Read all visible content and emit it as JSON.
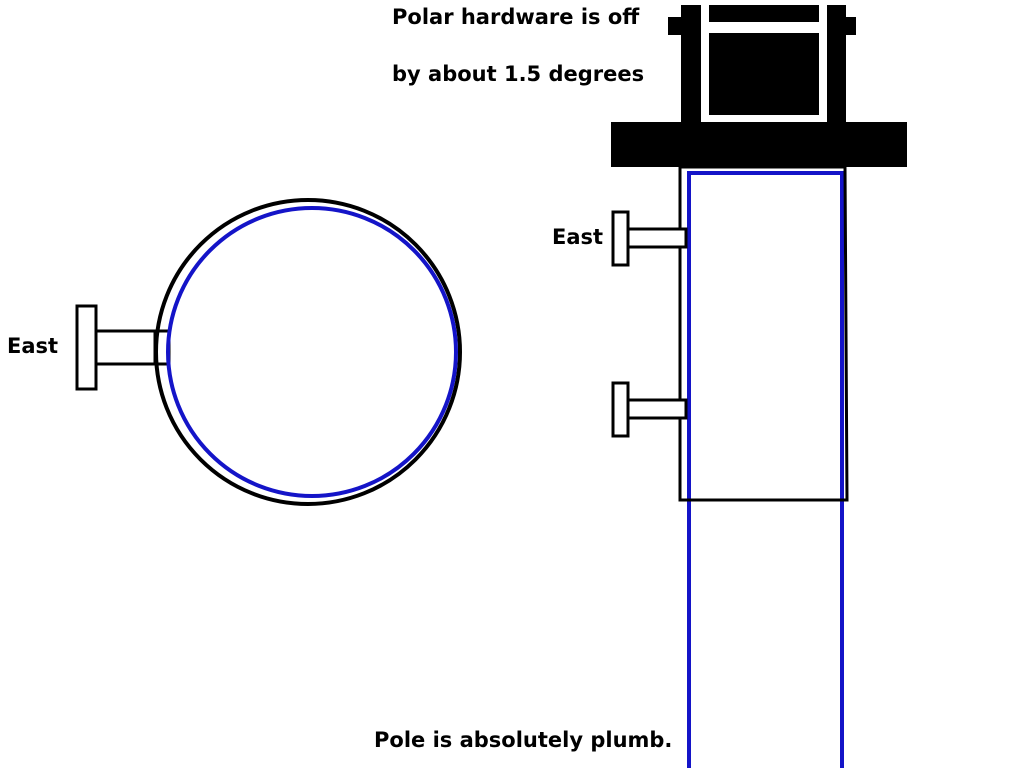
{
  "labels": {
    "note_line1": "Polar hardware is off",
    "note_line2": "by about 1.5 degrees",
    "east_top_view": "East",
    "east_side_view": "East",
    "plumb_note": "Pole is absolutely plumb."
  },
  "colors": {
    "hardware": "#000000",
    "pole": "#1414c8",
    "background": "#ffffff"
  }
}
